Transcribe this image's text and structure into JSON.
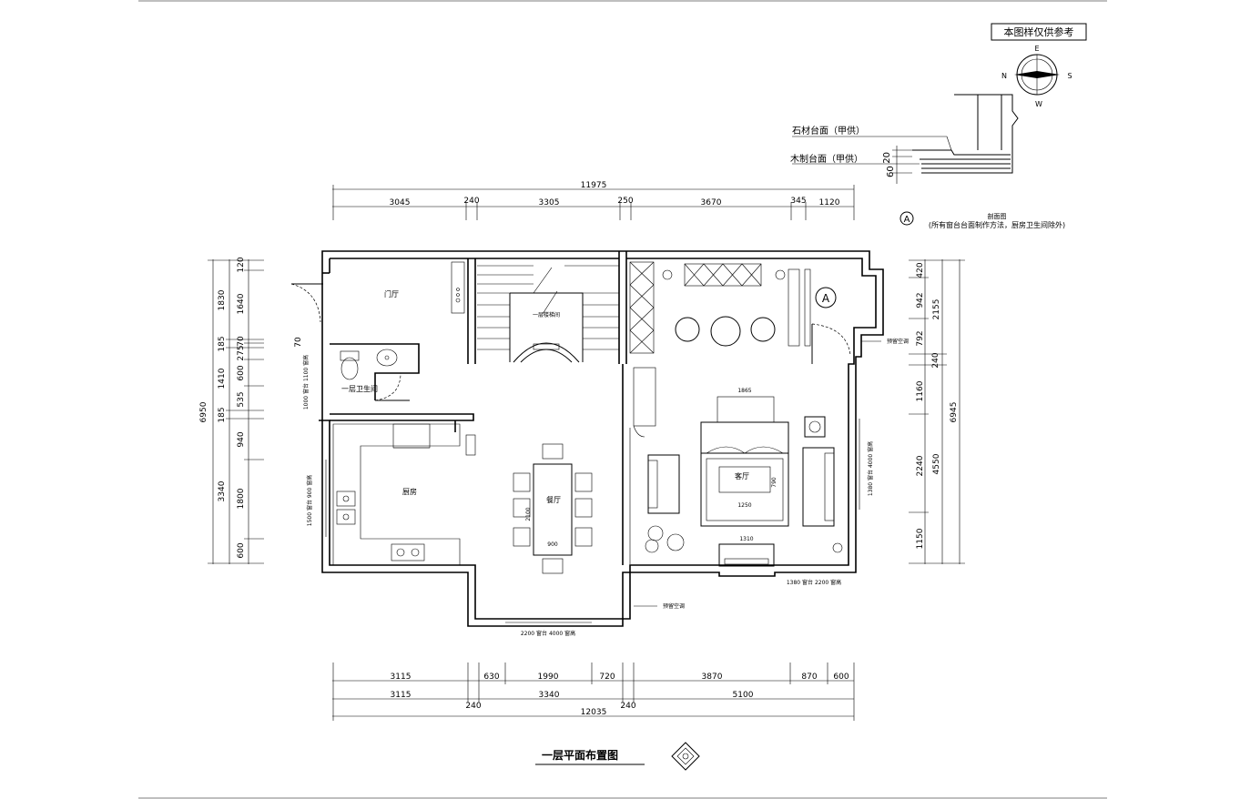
{
  "plan": {
    "title": "一层平面布置图",
    "reference_note": "本图样仅供参考"
  },
  "compass": {
    "n": "N",
    "s": "S",
    "e": "E",
    "w": "W"
  },
  "section_detail": {
    "stone_top": "石材台面（甲供）",
    "wood_top": "木制台面（甲供）",
    "dim_20": "20",
    "dim_60": "60",
    "marker": "A",
    "section_label": "剖面图",
    "note": "(所有窗台台面制作方法，厨房卫生间除外)"
  },
  "top_dims": {
    "total": "11975",
    "segments": [
      "3045",
      "240",
      "3305",
      "250",
      "3670",
      "345",
      "1120"
    ]
  },
  "bottom_dims": {
    "row1": [
      "3115",
      "630",
      "1990",
      "720",
      "3870",
      "870",
      "600"
    ],
    "row2": [
      "3115",
      "240",
      "3340",
      "240",
      "5100"
    ],
    "total": "12035"
  },
  "left_dims": {
    "total": "6950",
    "col1": [
      "1830",
      "185",
      "1410",
      "185",
      "3340"
    ],
    "col2": [
      "120",
      "1640",
      "70",
      "275",
      "600",
      "535",
      "940",
      "1800",
      "600"
    ],
    "small": "70"
  },
  "right_dims": {
    "total": "6945",
    "col1": [
      "2155",
      "4550"
    ],
    "col2": [
      "420",
      "942",
      "792",
      "240",
      "1160",
      "2240",
      "1150"
    ]
  },
  "rooms": {
    "foyer": "门厅",
    "bathroom": "一层卫生间",
    "kitchen": "厨房",
    "dining": "餐厅",
    "living": "客厅",
    "stair": "一层楼梯间",
    "section_marker": "A"
  },
  "furniture": {
    "dining_table": "2100",
    "dining_width": "900",
    "sofa_width": "1865",
    "rug_width": "1250",
    "rug_depth": "790",
    "tv_width": "1310"
  },
  "notes": {
    "window_bottom": "2200 窗台\n4000 窗高",
    "window_living_bottom": "1380 窗台\n2200 窗高",
    "window_east": "1380 窗台\n4000 窗高",
    "window_kitchen": "1500 窗台\n900 窗高",
    "window_bath": "1000 窗台\n1100 窗高",
    "outlet_right": "预留空调",
    "outlet_bottom": "预留空调"
  }
}
